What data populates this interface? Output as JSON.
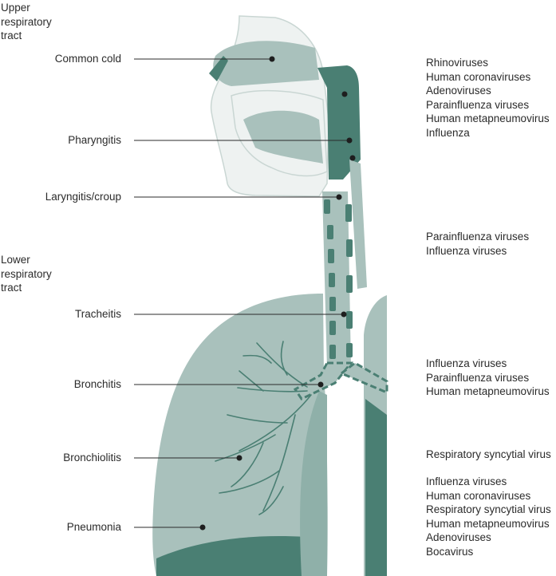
{
  "sections": {
    "upper": [
      "Upper",
      "respiratory",
      "tract"
    ],
    "lower": [
      "Lower",
      "respiratory",
      "tract"
    ]
  },
  "conditions": [
    {
      "name": "Common cold"
    },
    {
      "name": "Pharyngitis"
    },
    {
      "name": "Laryngitis/croup"
    },
    {
      "name": "Tracheitis"
    },
    {
      "name": "Bronchitis"
    },
    {
      "name": "Bronchiolitis"
    },
    {
      "name": "Pneumonia"
    }
  ],
  "pathogen_groups": [
    {
      "items": [
        "Rhinoviruses",
        "Human coronaviruses",
        "Adenoviruses",
        "Parainfluenza viruses",
        "Human metapneumovirus",
        "Influenza"
      ]
    },
    {
      "items": [
        "Parainfluenza viruses",
        "Influenza viruses"
      ]
    },
    {
      "items": [
        "Influenza viruses",
        "Parainfluenza viruses",
        "Human metapneumovirus"
      ]
    },
    {
      "items": [
        "Respiratory syncytial virus"
      ]
    },
    {
      "items": [
        "Influenza viruses",
        "Human coronaviruses",
        "Respiratory syncytial virus",
        "Human metapneumovirus",
        "Adenoviruses",
        "Bocavirus"
      ]
    }
  ],
  "colors": {
    "tissue_light": "#a9c1bc",
    "tissue_dark": "#4a7f73",
    "outline": "#e8eeec",
    "text": "#2b2b2b"
  }
}
